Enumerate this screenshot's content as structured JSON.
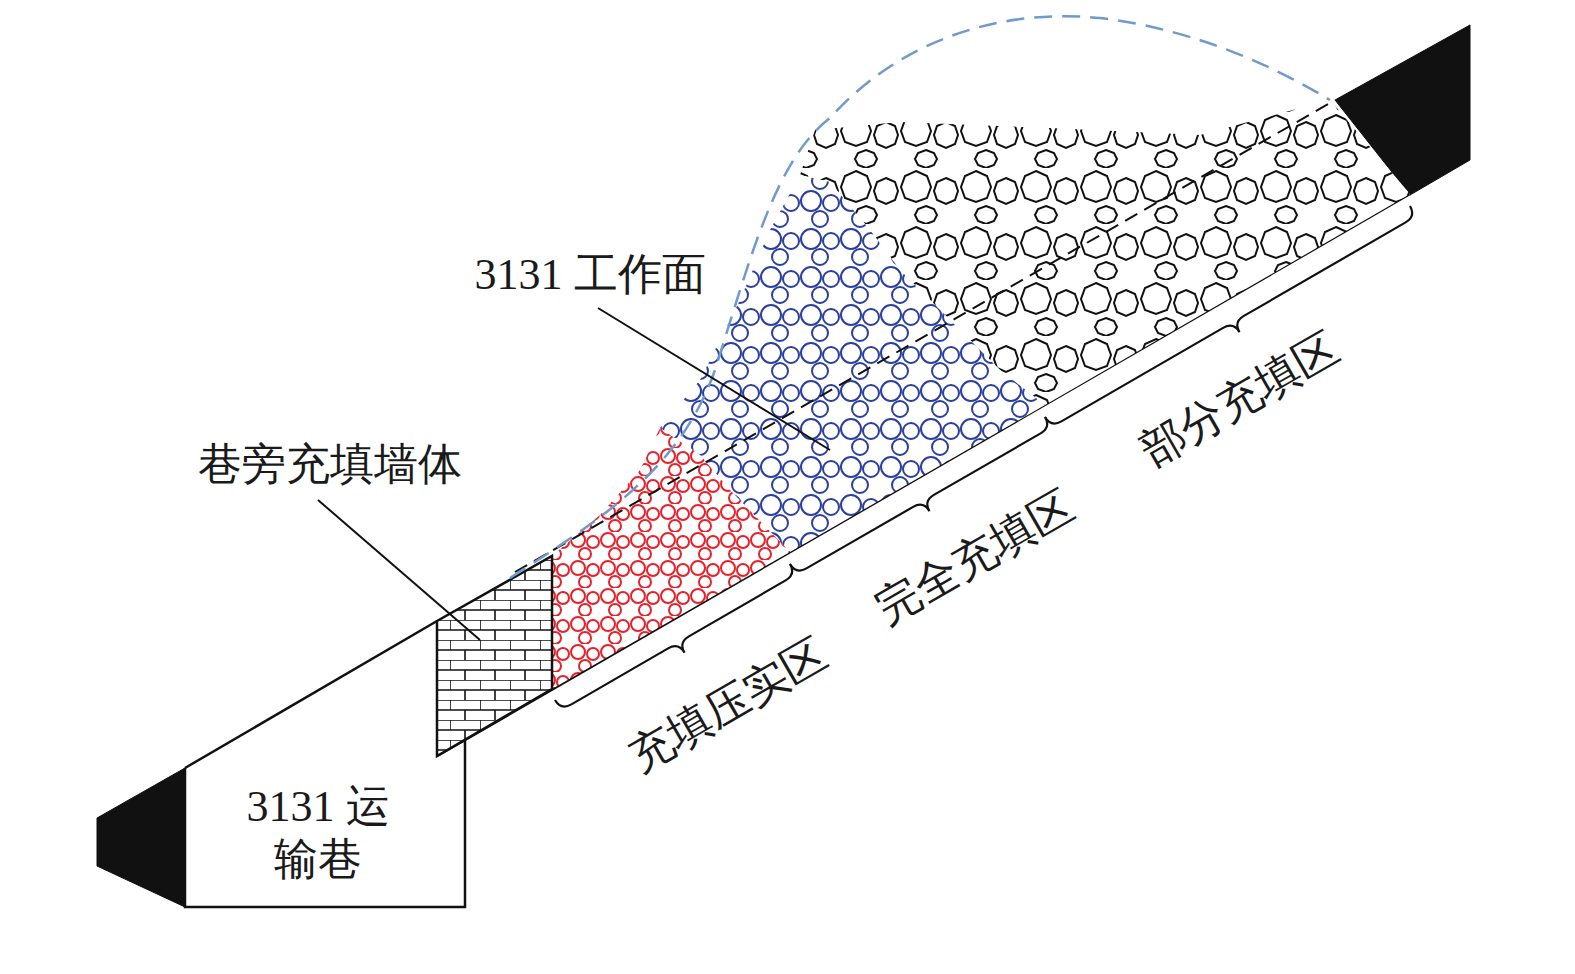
{
  "diagram": {
    "nodes": [
      {
        "text": [
          "3131 运输巷"
        ]
      }
    ],
    "labels": [
      "3131 工作面",
      "巷旁充填墙体",
      "充填压实区",
      "完全充填区",
      "部分充填区"
    ]
  }
}
